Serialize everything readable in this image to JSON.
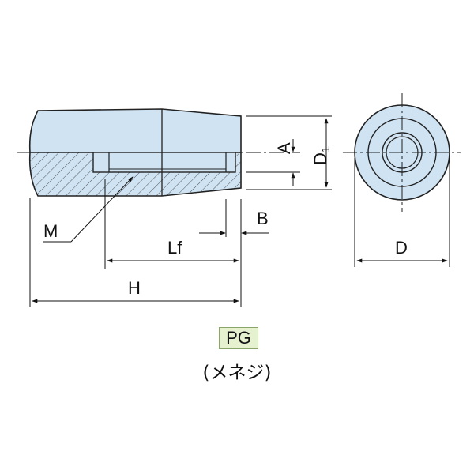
{
  "labels": {
    "A": "A",
    "D1_main": "D",
    "D1_sub": "1",
    "B": "B",
    "M": "M",
    "Lf": "Lf",
    "H": "H",
    "D": "D"
  },
  "badge": "PG",
  "caption": "(メネジ)",
  "colors": {
    "body_fill": "#cfe3f3",
    "outline": "#222222",
    "hatch": "#444444",
    "badge_bg": "#e6f1d0"
  }
}
